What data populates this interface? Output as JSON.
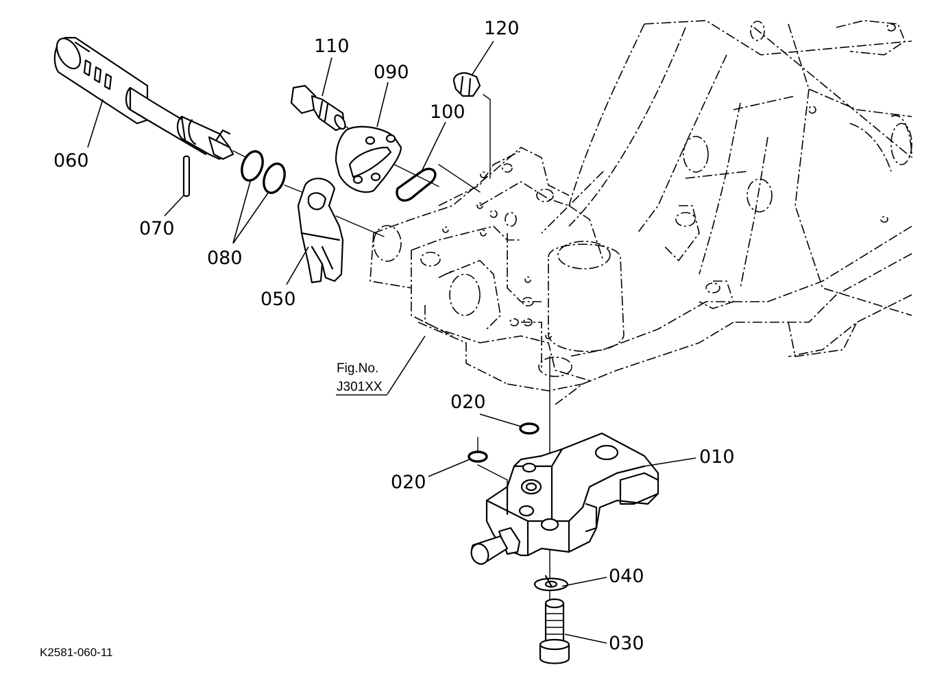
{
  "callouts": {
    "p010": "010",
    "p020a": "020",
    "p020b": "020",
    "p030": "030",
    "p040": "040",
    "p050": "050",
    "p060": "060",
    "p070": "070",
    "p080": "080",
    "p090": "090",
    "p100": "100",
    "p110": "110",
    "p120": "120"
  },
  "figure_ref": {
    "line1": "Fig.No.",
    "line2": "J301XX"
  },
  "drawing_number": "K2581-060-11"
}
